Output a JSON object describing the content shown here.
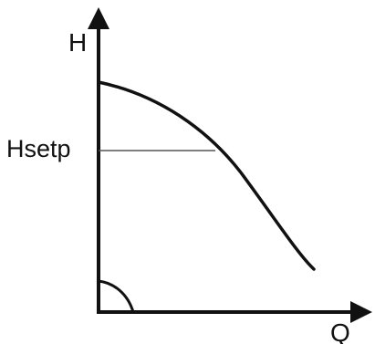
{
  "diagram": {
    "y_axis_label": "H",
    "x_axis_label": "Q",
    "setpoint_label": "Hsetp"
  },
  "colors": {
    "line": "#111111",
    "setpoint_line": "#555555",
    "background": "#ffffff"
  }
}
